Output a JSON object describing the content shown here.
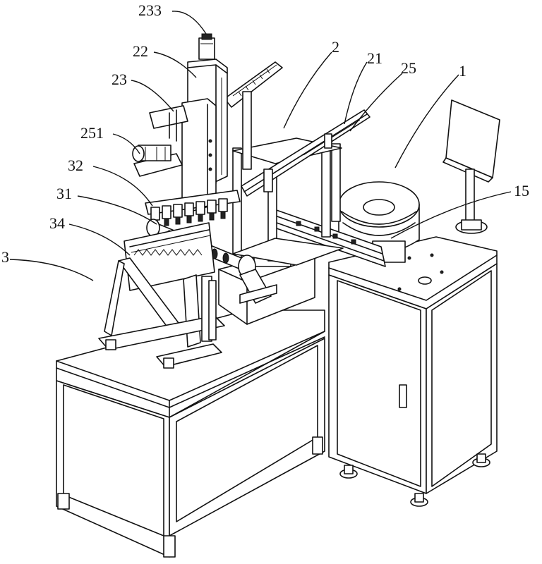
{
  "labels": {
    "l233": "233",
    "l22": "22",
    "l23": "23",
    "l251": "251",
    "l32": "32",
    "l31": "31",
    "l34": "34",
    "l3": "3",
    "l2": "2",
    "l21": "21",
    "l25": "25",
    "l1": "1",
    "l15": "15"
  }
}
